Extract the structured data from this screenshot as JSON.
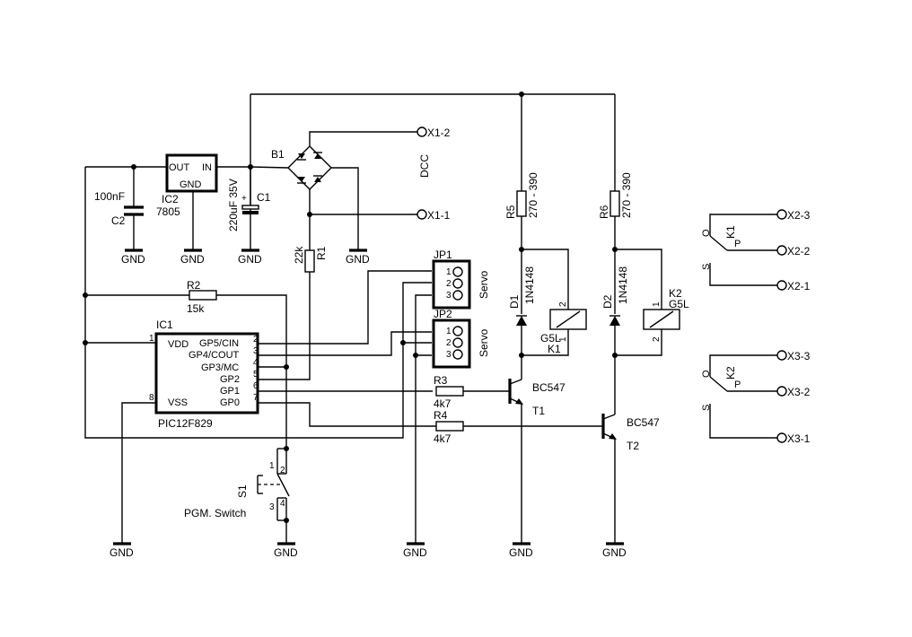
{
  "labels": {
    "x1_2": "X1-2",
    "x1_1": "X1-1",
    "dcc": "DCC",
    "b1": "B1",
    "ic2_out": "OUT",
    "ic2_in": "IN",
    "ic2_gnd": "GND",
    "ic2_name": "IC2",
    "ic2_value": "7805",
    "c1_name": "C1",
    "c1_value": "220uF 35V",
    "c1_plus": "+",
    "c2_name": "C2",
    "c2_value": "100nF",
    "r1_name": "R1",
    "r1_value": "22k",
    "r2_name": "R2",
    "r2_value": "15k",
    "r3_name": "R3",
    "r3_value": "4k7",
    "r4_name": "R4",
    "r4_value": "4k7",
    "r5_name": "R5",
    "r5_value": "270 - 390",
    "r6_name": "R6",
    "r6_value": "270 - 390",
    "d1_name": "D1",
    "d1_value": "1N4148",
    "d2_name": "D2",
    "d2_value": "1N4148",
    "t1_name": "T1",
    "t1_value": "BC547",
    "t2_name": "T2",
    "t2_value": "BC547",
    "k1_name": "K1",
    "k1_value": "G5L",
    "k2_name": "K2",
    "k2_value": "G5L",
    "jp1_name": "JP1",
    "jp2_name": "JP2",
    "servo": "Servo",
    "pin1": "1",
    "pin2": "2",
    "pin3": "3",
    "pin4": "4",
    "pin5": "5",
    "pin6": "6",
    "pin7": "7",
    "pin8": "8",
    "ic1_name": "IC1",
    "ic1_value": "PIC12F829",
    "ic1_vdd": "VDD",
    "ic1_vss": "VSS",
    "ic1_gp5": "GP5/CIN",
    "ic1_gp4": "GP4/COUT",
    "ic1_gp3": "GP3/MC",
    "ic1_gp2": "GP2",
    "ic1_gp1": "GP1",
    "ic1_gp0": "GP0",
    "s1_name": "S1",
    "s1_value": "PGM. Switch",
    "gnd": "GND",
    "x2_3": "X2-3",
    "x2_2": "X2-2",
    "x2_1": "X2-1",
    "x3_3": "X3-3",
    "x3_2": "X3-2",
    "x3_1": "X3-1",
    "contact_o": "O",
    "contact_p": "P",
    "contact_s": "S"
  }
}
